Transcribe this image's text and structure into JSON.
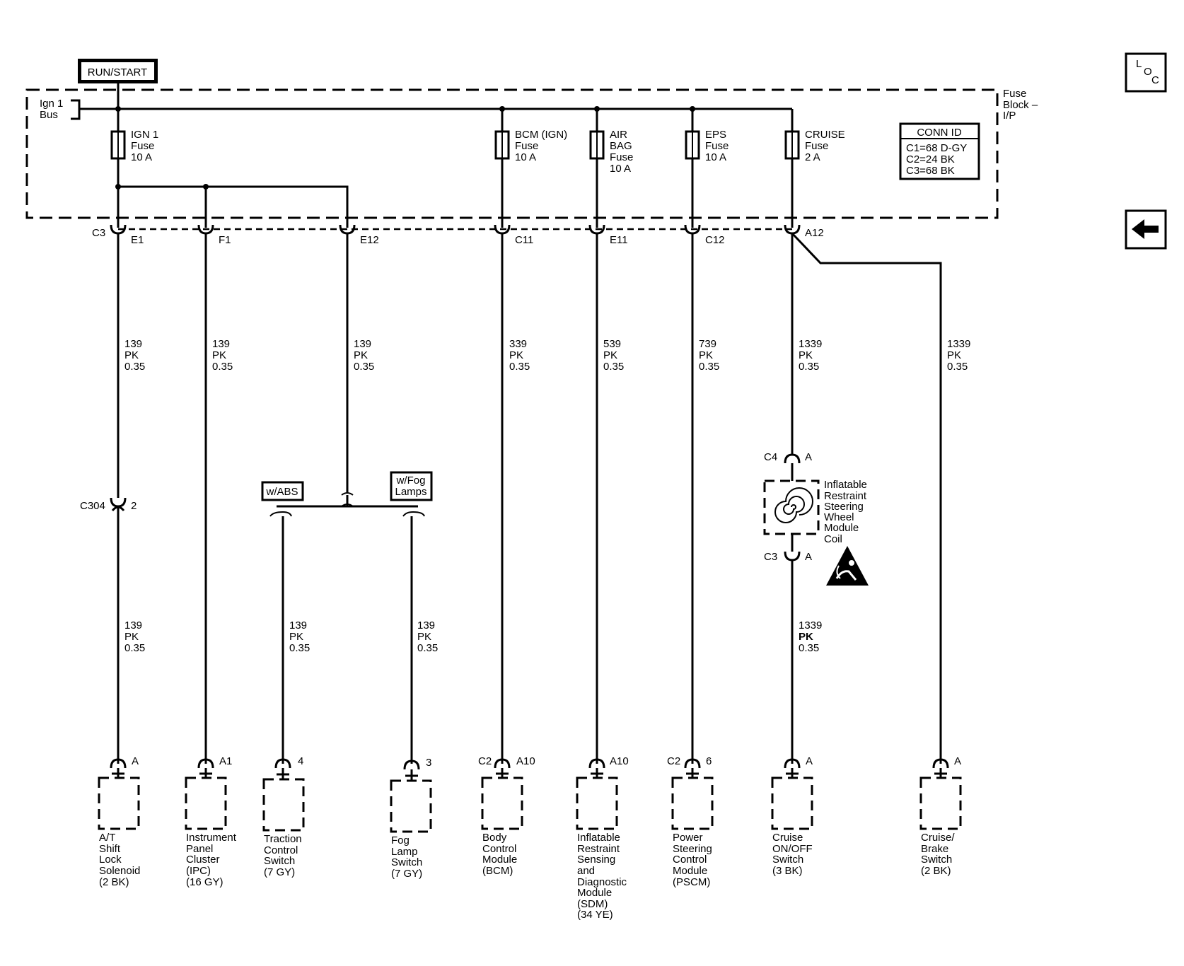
{
  "header": {
    "run_start": "RUN/START"
  },
  "fuse_block": {
    "label": [
      "Fuse",
      "Block –",
      "I/P"
    ],
    "bus": [
      "Ign 1",
      "Bus"
    ]
  },
  "fuses": [
    {
      "name": [
        "IGN 1",
        "Fuse",
        "10 A"
      ]
    },
    {
      "name": [
        "BCM (IGN)",
        "Fuse",
        "10 A"
      ]
    },
    {
      "name": [
        "AIR",
        "BAG",
        "Fuse",
        "10 A"
      ]
    },
    {
      "name": [
        "EPS",
        "Fuse",
        "10 A"
      ]
    },
    {
      "name": [
        "CRUISE",
        "Fuse",
        "2 A"
      ]
    }
  ],
  "conn_id": {
    "title": "CONN ID",
    "rows": [
      "C1=68 D-GY",
      "C2=24 BK",
      "C3=68 BK"
    ]
  },
  "pins": {
    "c3": "C3",
    "e1": "E1",
    "f1": "F1",
    "e12": "E12",
    "c11": "C11",
    "e11": "E11",
    "c12": "C12",
    "a12": "A12"
  },
  "wire_labels": [
    {
      "circuit": "139",
      "color": "PK",
      "gauge": "0.35"
    },
    {
      "circuit": "139",
      "color": "PK",
      "gauge": "0.35"
    },
    {
      "circuit": "139",
      "color": "PK",
      "gauge": "0.35"
    },
    {
      "circuit": "339",
      "color": "PK",
      "gauge": "0.35"
    },
    {
      "circuit": "539",
      "color": "PK",
      "gauge": "0.35"
    },
    {
      "circuit": "739",
      "color": "PK",
      "gauge": "0.35"
    },
    {
      "circuit": "1339",
      "color": "PK",
      "gauge": "0.35"
    },
    {
      "circuit": "1339",
      "color": "PK",
      "gauge": "0.35"
    },
    {
      "circuit": "139",
      "color": "PK",
      "gauge": "0.35"
    },
    {
      "circuit": "139",
      "color": "PK",
      "gauge": "0.35"
    },
    {
      "circuit": "139",
      "color": "PK",
      "gauge": "0.35"
    },
    {
      "circuit": "1339",
      "color": "PK",
      "gauge": "0.35"
    }
  ],
  "inline": {
    "c304": "C304",
    "c304_pin": "2",
    "c4": "C4",
    "c4_pin": "A",
    "c3b": "C3",
    "c3b_pin": "A"
  },
  "options": {
    "abs": "w/ABS",
    "fog": [
      "w/Fog",
      "Lamps"
    ]
  },
  "coil": {
    "name": [
      "Inflatable",
      "Restraint",
      "Steering",
      "Wheel",
      "Module",
      "Coil"
    ]
  },
  "components": [
    {
      "conn": "",
      "pin": "A",
      "name": [
        "A/T",
        "Shift",
        "Lock",
        "Solenoid",
        "(2 BK)"
      ]
    },
    {
      "conn": "",
      "pin": "A1",
      "name": [
        "Instrument",
        "Panel",
        "Cluster",
        "(IPC)",
        "(16 GY)"
      ]
    },
    {
      "conn": "",
      "pin": "4",
      "name": [
        "Traction",
        "Control",
        "Switch",
        "(7 GY)"
      ]
    },
    {
      "conn": "",
      "pin": "3",
      "name": [
        "Fog",
        "Lamp",
        "Switch",
        "(7 GY)"
      ]
    },
    {
      "conn": "C2",
      "pin": "A10",
      "name": [
        "Body",
        "Control",
        "Module",
        "(BCM)"
      ]
    },
    {
      "conn": "",
      "pin": "A10",
      "name": [
        "Inflatable",
        "Restraint",
        "Sensing",
        "and",
        "Diagnostic",
        "Module",
        "(SDM)",
        "(34 YE)"
      ]
    },
    {
      "conn": "C2",
      "pin": "6",
      "name": [
        "Power",
        "Steering",
        "Control",
        "Module",
        "(PSCM)"
      ]
    },
    {
      "conn": "",
      "pin": "A",
      "name": [
        "Cruise",
        "ON/OFF",
        "Switch",
        "(3 BK)"
      ]
    },
    {
      "conn": "",
      "pin": "A",
      "name": [
        "Cruise/",
        "Brake",
        "Switch",
        "(2 BK)"
      ]
    }
  ],
  "nav": {
    "loc": [
      "L",
      "O",
      "C"
    ],
    "back_icon": "left-arrow-icon"
  }
}
